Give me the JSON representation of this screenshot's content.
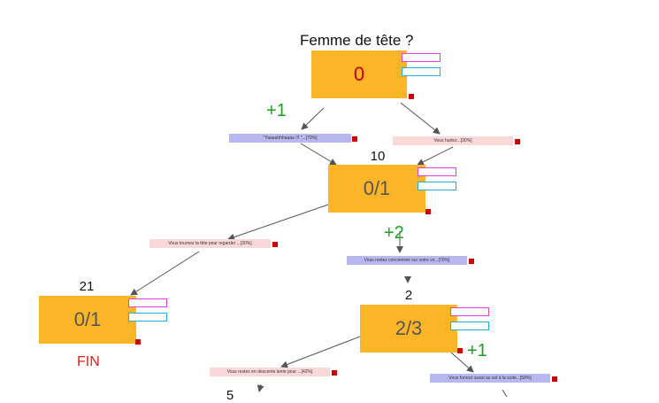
{
  "title": "Femme de tête ?",
  "fin_label": "FIN",
  "colors": {
    "node": "#fbb526",
    "node_red_text": "#c00000",
    "blue_choice": "#b8b8f0",
    "pink_choice": "#fbd8d8",
    "delta": "#20a020",
    "fin": "#e02020"
  },
  "nodes": [
    {
      "id": "root",
      "value": "0",
      "number": ""
    },
    {
      "id": "n10",
      "value": "0/1",
      "number": "10"
    },
    {
      "id": "n21",
      "value": "0/1",
      "number": "21"
    },
    {
      "id": "n2",
      "value": "2/3",
      "number": "2"
    }
  ],
  "choices": [
    {
      "id": "c1",
      "text": "\"Yaaaahhhaaaa !!! \"...[70%]"
    },
    {
      "id": "c2",
      "text": "Vous hurlez...[30%]"
    },
    {
      "id": "c3",
      "text": "Vous tournez la tête pour regarder ...[30%]"
    },
    {
      "id": "c4",
      "text": "Vous restez concentrée sur votre vo...[70%]"
    },
    {
      "id": "c5",
      "text": "Vous restez en descente lente pour ...[42%]"
    },
    {
      "id": "c6",
      "text": "Vous foncez aussi au sol à la suite...[58%]"
    }
  ],
  "deltas": [
    "+1",
    "+2",
    "+1"
  ],
  "partial_number": "5"
}
